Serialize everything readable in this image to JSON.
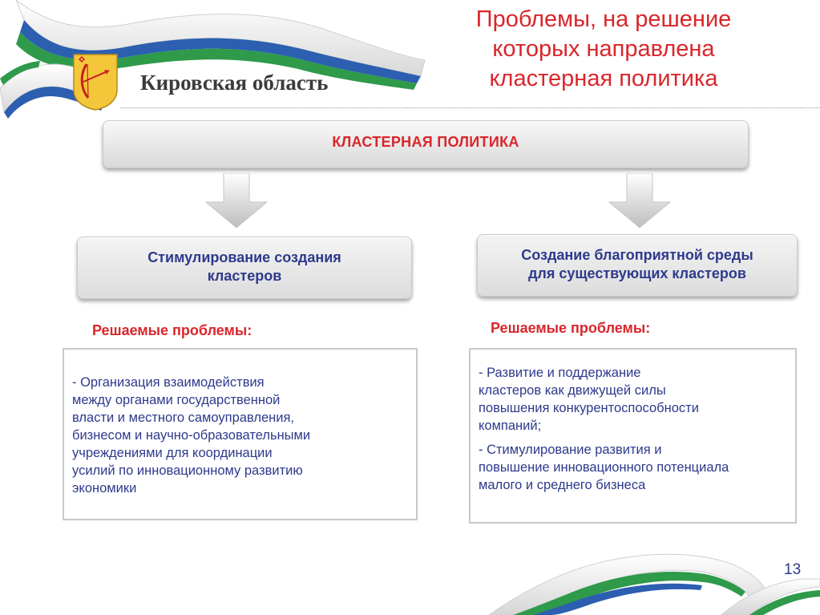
{
  "header": {
    "region_name": "Кировская область",
    "title_lines": [
      "Проблемы, на решение",
      "которых направлена",
      "кластерная политика"
    ]
  },
  "policy_bar": {
    "label": "КЛАСТЕРНАЯ ПОЛИТИКА"
  },
  "branches": [
    {
      "title_lines": [
        "Стимулирование создания",
        "кластеров"
      ],
      "problems_label": "Решаемые проблемы:",
      "problems": [
        [
          "- Организация взаимодействия",
          "между органами государственной",
          "власти и местного самоуправления,",
          "бизнесом и научно-образовательными",
          "учреждениями для координации",
          "усилий  по инновационному развитию",
          "экономики"
        ]
      ]
    },
    {
      "title_lines": [
        "Создание благоприятной среды",
        "для существующих кластеров"
      ],
      "problems_label": "Решаемые проблемы:",
      "problems": [
        [
          "- Развитие и поддержание",
          "кластеров как движущей силы",
          "повышения конкурентоспособности",
          "компаний;"
        ],
        [
          "- Стимулирование развития и",
          "повышение инновационного потенциала",
          "малого и среднего бизнеса"
        ]
      ]
    }
  ],
  "page_number": "13",
  "colors": {
    "accent_red": "#d9262b",
    "text_blue": "#2e3a8c",
    "ribbon_green": "#2e9a4a",
    "ribbon_blue": "#2c5fb0"
  }
}
